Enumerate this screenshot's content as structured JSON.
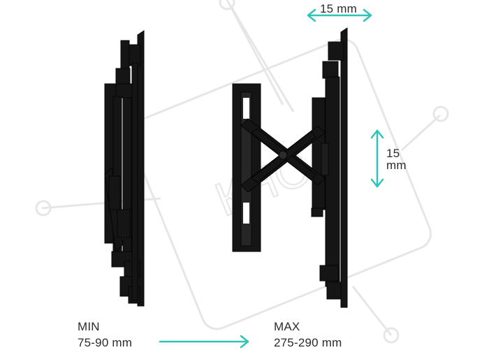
{
  "labels": {
    "min_title": "MIN",
    "min_range": "75-90 mm",
    "max_title": "MAX",
    "max_range": "275-290 mm",
    "depth_top": "15 mm",
    "depth_side_num": "15",
    "depth_side_unit": "mm"
  },
  "watermark": {
    "text": "КНС"
  },
  "colors": {
    "arrow": "#2fc3b9",
    "mount": "#141414",
    "watermark": "#e4e4e4",
    "text": "#2b2b2b"
  }
}
